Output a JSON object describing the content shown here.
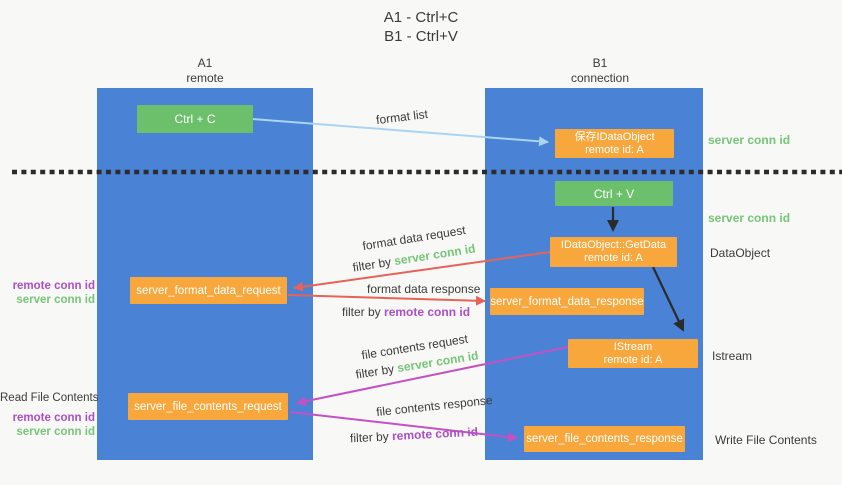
{
  "title": {
    "line1": "A1 - Ctrl+C",
    "line2": "B1 - Ctrl+V"
  },
  "columns": {
    "left": {
      "name": "A1",
      "role": "remote"
    },
    "right": {
      "name": "B1",
      "role": "connection"
    }
  },
  "nodes": {
    "ctrl_c": {
      "label": "Ctrl + C"
    },
    "save_dataobject": {
      "line1": "保存IDataObject",
      "line2": "remote id: A"
    },
    "ctrl_v": {
      "label": "Ctrl + V"
    },
    "getdata": {
      "line1": "IDataObject::GetData",
      "line2": "remote id: A"
    },
    "format_request": {
      "label": "server_format_data_request"
    },
    "format_response": {
      "label": "server_format_data_response"
    },
    "istream": {
      "line1": "IStream",
      "line2": "remote id: A"
    },
    "file_request": {
      "label": "server_file_contents_request"
    },
    "file_response": {
      "label": "server_file_contents_response"
    }
  },
  "flow_labels": {
    "format_list": "format list",
    "format_data_request": "format data request",
    "format_data_response": "format data response",
    "file_contents_request": "file contents request",
    "file_contents_response": "file contents response",
    "filter_by": "filter by",
    "server_conn_id": "server conn id",
    "remote_conn_id": "remote conn id"
  },
  "side_labels": {
    "server_conn_id_top": "server conn id",
    "server_conn_id_mid": "server conn id",
    "dataobject": "DataObject",
    "istream": "Istream",
    "read_file_contents": "Read File Contents",
    "write_file_contents": "Write File Contents",
    "remote_conn_id": "remote conn id",
    "server_conn_id": "server conn id"
  },
  "colors": {
    "column_blue": "#4a83d6",
    "box_green": "#6cbf6b",
    "box_orange": "#f7a73c",
    "text_green": "#76c578",
    "text_purple": "#ac4fc6",
    "arrow_red": "#e76258",
    "arrow_magenta": "#c351c3",
    "arrow_light_blue": "#a9d4f2",
    "arrow_black": "#2b2b2b",
    "dotted_line": "#2c2c2c"
  }
}
